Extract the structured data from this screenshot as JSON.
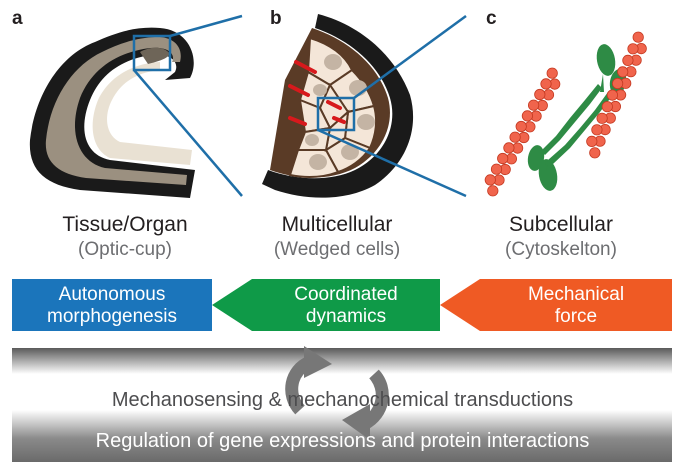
{
  "panels": {
    "a": {
      "letter": "a",
      "title": "Tissue/Organ",
      "subtitle": "(Optic-cup)"
    },
    "b": {
      "letter": "b",
      "title": "Multicellular",
      "subtitle": "(Wedged cells)"
    },
    "c": {
      "letter": "c",
      "title": "Subcellular",
      "subtitle": "(Cytoskelton)"
    }
  },
  "banners": {
    "left": {
      "line1": "Autonomous",
      "line2": "morphogenesis",
      "color": "#1b75bb"
    },
    "middle": {
      "line1": "Coordinated",
      "line2": "dynamics",
      "color": "#0f9a48"
    },
    "right": {
      "line1": "Mechanical",
      "line2": "force",
      "color": "#ef5a24"
    }
  },
  "transduction_text": "Mechanosensing & mechanochemical transductions",
  "gene_regulation_text": "Regulation of gene expressions and protein interactions",
  "colors": {
    "zoom_line": "#1f6fa8",
    "actin": "#f0644c",
    "myosin": "#2e8b45",
    "cell_fill": "#f4e6d8",
    "nucleus": "#c4b4a4",
    "tissue_dark": "#1a1a1a"
  }
}
